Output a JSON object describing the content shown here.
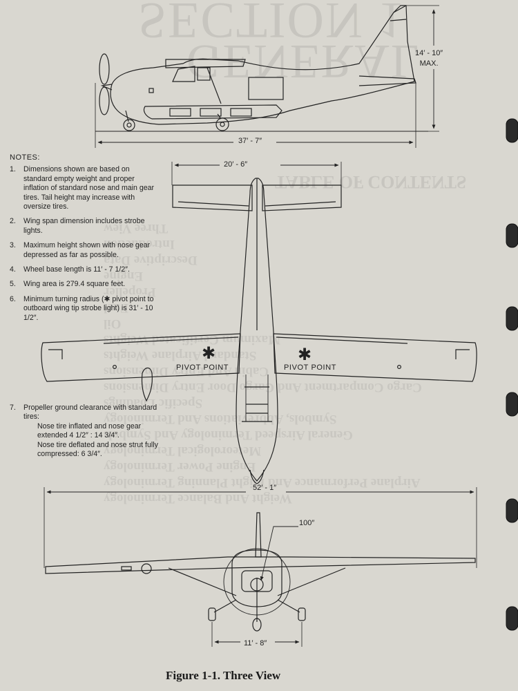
{
  "notes": {
    "title": "NOTES:",
    "items": [
      {
        "num": "1.",
        "text": "Dimensions shown are based on standard empty weight and proper inflation of standard nose and main gear tires. Tail height may increase with oversize tires."
      },
      {
        "num": "2.",
        "text": "Wing span dimension includes strobe lights."
      },
      {
        "num": "3.",
        "text": "Maximum height shown with nose gear depressed as far as possible."
      },
      {
        "num": "4.",
        "text": "Wheel base length is 11′ - 7 1/2″."
      },
      {
        "num": "5.",
        "text": "Wing area is 279.4 square feet."
      },
      {
        "num": "6.",
        "text": "Minimum turning radius (✱ pivot point to outboard wing tip strobe light) is 31′ - 10 1/2″."
      }
    ],
    "note7": {
      "num": "7.",
      "line1": "Propeller ground clearance with standard tires:",
      "line2": "Nose tire inflated and nose gear extended 4 1/2″ : 14 3/4″.",
      "line3": "Nose tire deflated and nose strut fully compressed: 6 3/4″."
    }
  },
  "dimensions": {
    "height_value": "14′ - 10″",
    "height_note": "MAX.",
    "length": "37′ - 7″",
    "tail_span": "20′ - 6″",
    "wing_span": "52′ - 1″",
    "prop_diameter": "100″",
    "tread": "11′ - 8″"
  },
  "labels": {
    "pivot_left": "PIVOT POINT",
    "pivot_right": "PIVOT POINT",
    "star": "✱"
  },
  "bleed_through": {
    "section": "SECTION 1",
    "general": "GENERAL",
    "toc": "TABLE OF CONTENTS",
    "lines": [
      "Three View",
      "Introduction",
      "Descriptive Data",
      "Engine",
      "Propeller",
      "Fuel",
      "Oil",
      "Maximum Certificated Weights",
      "Standard Airplane Weights",
      "Cabin And Entry Dimensions",
      "Cargo Compartment And Cargo Door Entry Dimensions",
      "Specific Loadings",
      "Symbols, Abbreviations And Terminology",
      "General Airspeed Terminology And Symbols",
      "Meteorological Terminology",
      "Engine Power Terminology",
      "Airplane Performance And Flight Planning Terminology",
      "Weight And Balance Terminology"
    ]
  },
  "caption": "Figure 1-1. Three View"
}
